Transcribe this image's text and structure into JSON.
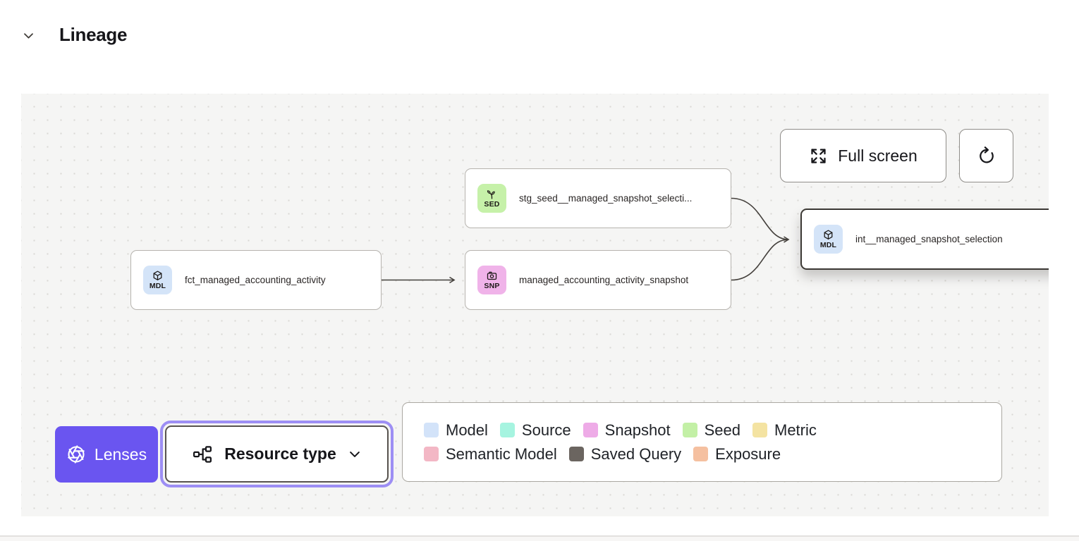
{
  "header": {
    "title": "Lineage"
  },
  "toolbar": {
    "fullscreen_label": "Full screen"
  },
  "canvas": {
    "nodes": [
      {
        "badge": "SED",
        "icon": "seed-icon",
        "badge_color": "#c6f1a9",
        "label": "stg_seed__managed_snapshot_selecti..."
      },
      {
        "badge": "MDL",
        "icon": "model-icon",
        "badge_color": "#d4e4f8",
        "label": "fct_managed_accounting_activity"
      },
      {
        "badge": "SNP",
        "icon": "snapshot-icon",
        "badge_color": "#f0b3e9",
        "label": "managed_accounting_activity_snapshot"
      },
      {
        "badge": "MDL",
        "icon": "model-icon",
        "badge_color": "#d4e4f8",
        "label": "int__managed_snapshot_selection",
        "selected": "true"
      }
    ],
    "lenses_label": "Lenses",
    "resource_type_label": "Resource type",
    "legend": {
      "items": [
        {
          "label": "Model",
          "color": "#d3e3f9"
        },
        {
          "label": "Source",
          "color": "#a6f4e0"
        },
        {
          "label": "Snapshot",
          "color": "#eeabe7"
        },
        {
          "label": "Seed",
          "color": "#c3f0a6"
        },
        {
          "label": "Metric",
          "color": "#f4e3a2"
        },
        {
          "label": "Semantic Model",
          "color": "#f3b7c5"
        },
        {
          "label": "Saved Query",
          "color": "#6b6560"
        },
        {
          "label": "Exposure",
          "color": "#f5c0a0"
        }
      ]
    }
  }
}
